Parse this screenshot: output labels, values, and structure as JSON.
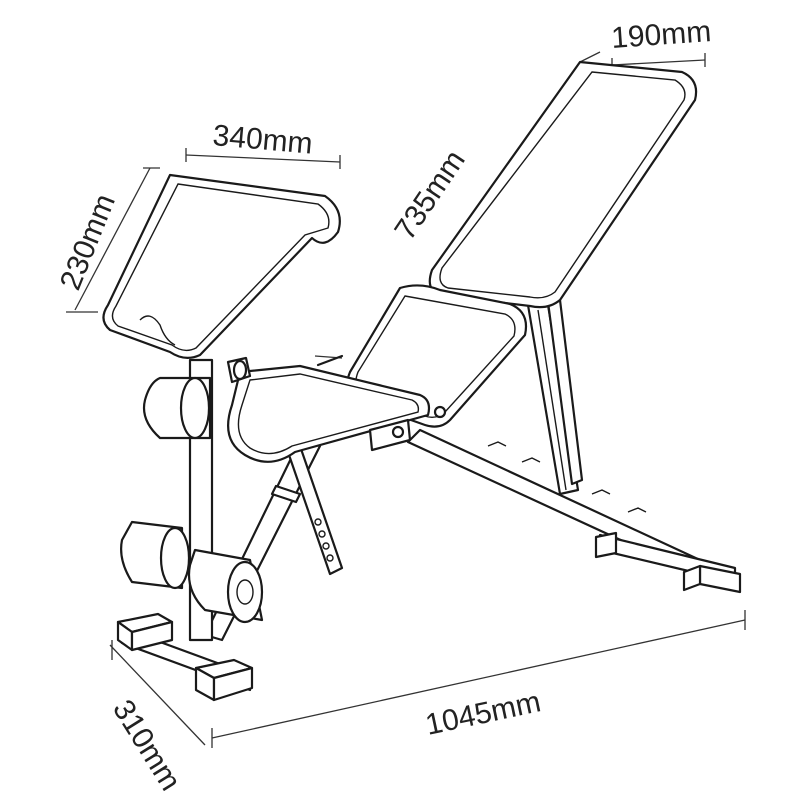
{
  "dimensions": {
    "top_pad_width": "190mm",
    "back_pad_length": "735mm",
    "arm_pad_width": "340mm",
    "arm_pad_height": "230mm",
    "base_length": "1045mm",
    "base_width": "310mm"
  },
  "colors": {
    "stroke": "#1a1a1a",
    "background": "#ffffff",
    "label": "#222222"
  }
}
